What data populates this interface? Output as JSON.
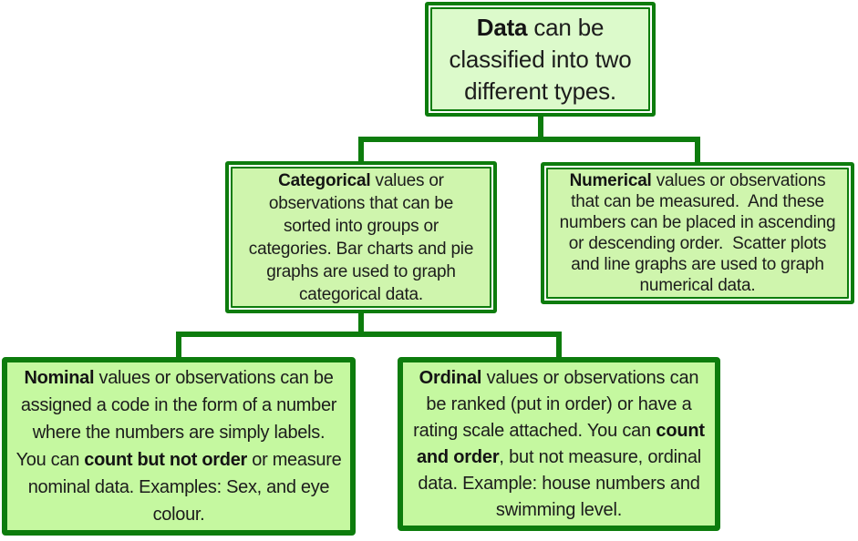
{
  "colors": {
    "border_green": "#0d7c0d",
    "connector_green": "#0d7c0d",
    "fill_top_box": "#dcfacb",
    "fill_middle_boxes": "#cff5ad",
    "fill_bottom_boxes": "#c5f8a0",
    "text": "#1c1c1c",
    "background": "#ffffff"
  },
  "boxes": {
    "data": {
      "name": "Data",
      "runs": [
        {
          "text": "Data",
          "bold": true
        },
        {
          "text": " can be\nclassified into two\ndifferent types.",
          "bold": false
        }
      ]
    },
    "categorical": {
      "name": "Categorical",
      "runs": [
        {
          "text": "Categorical",
          "bold": true
        },
        {
          "text": " values or\nobservations that can be\nsorted into groups or\ncategories. Bar charts and pie\ngraphs are used to graph\ncategorical data.",
          "bold": false
        }
      ]
    },
    "numerical": {
      "name": "Numerical",
      "runs": [
        {
          "text": "Numerical",
          "bold": true
        },
        {
          "text": " values or observations\nthat can be measured.  And these\nnumbers can be placed in ascending\nor descending order.  Scatter plots\nand line graphs are used to graph\nnumerical data.",
          "bold": false
        }
      ]
    },
    "nominal": {
      "name": "Nominal",
      "runs": [
        {
          "text": "Nominal",
          "bold": true
        },
        {
          "text": " values or observations can be\nassigned a code in the form of a number\nwhere the numbers are simply labels.\nYou can ",
          "bold": false
        },
        {
          "text": "count but not order",
          "bold": true
        },
        {
          "text": " or measure\nnominal data. Examples: Sex, and eye\ncolour.",
          "bold": false
        }
      ]
    },
    "ordinal": {
      "name": "Ordinal",
      "runs": [
        {
          "text": "Ordinal",
          "bold": true
        },
        {
          "text": " values or observations can\nbe ranked (put in order) or have a\nrating scale attached. You can ",
          "bold": false
        },
        {
          "text": "count\nand order",
          "bold": true
        },
        {
          "text": ", but not measure, ordinal\ndata. Example: house numbers and\nswimming level.",
          "bold": false
        }
      ]
    }
  }
}
